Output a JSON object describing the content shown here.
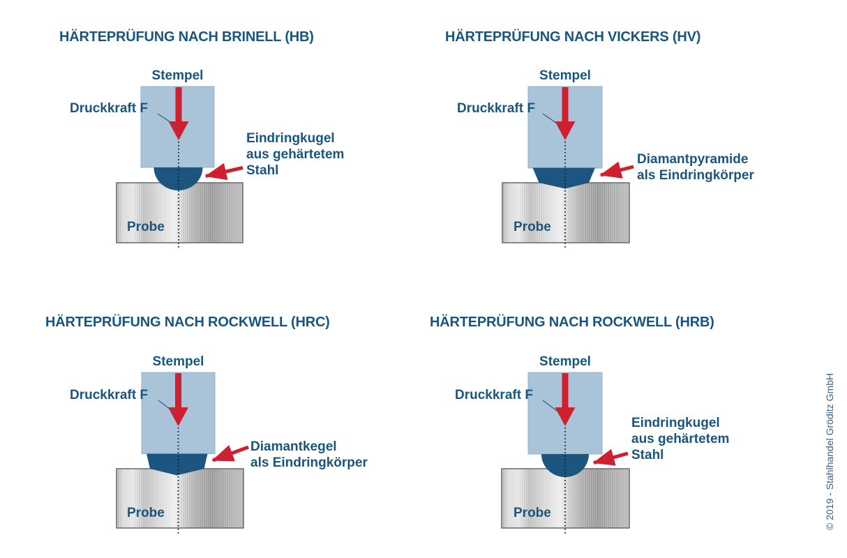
{
  "colors": {
    "text_blue": "#19567f",
    "stamp_fill": "#a9c3d8",
    "indenter_fill": "#1c5580",
    "arrow_red": "#d01f2f",
    "sample_border": "#707070",
    "copyright_blue": "#31639b"
  },
  "diagrams": {
    "brinell": {
      "title": "HÄRTEPRÜFUNG NACH BRINELL (HB)",
      "stamp_label": "Stempel",
      "force_label": "Druckkraft F",
      "sample_label": "Probe",
      "annotation_lines": [
        "Eindringkugel",
        "aus gehärtetem",
        "Stahl"
      ]
    },
    "vickers": {
      "title": "HÄRTEPRÜFUNG NACH VICKERS (HV)",
      "stamp_label": "Stempel",
      "force_label": "Druckkraft F",
      "sample_label": "Probe",
      "annotation_lines": [
        "Diamantpyramide",
        "als Eindringkörper"
      ]
    },
    "rockwell_hrc": {
      "title": "HÄRTEPRÜFUNG NACH ROCKWELL (HRC)",
      "stamp_label": "Stempel",
      "force_label": "Druckkraft F",
      "sample_label": "Probe",
      "annotation_lines": [
        "Diamantkegel",
        "als Eindringkörper"
      ]
    },
    "rockwell_hrb": {
      "title": "HÄRTEPRÜFUNG NACH ROCKWELL (HRB)",
      "stamp_label": "Stempel",
      "force_label": "Druckkraft F",
      "sample_label": "Probe",
      "annotation_lines": [
        "Eindringkugel",
        "aus gehärtetem",
        "Stahl"
      ]
    }
  },
  "footer": {
    "copyright": "© 2019 - Stahlhandel Gröditz GmbH"
  }
}
